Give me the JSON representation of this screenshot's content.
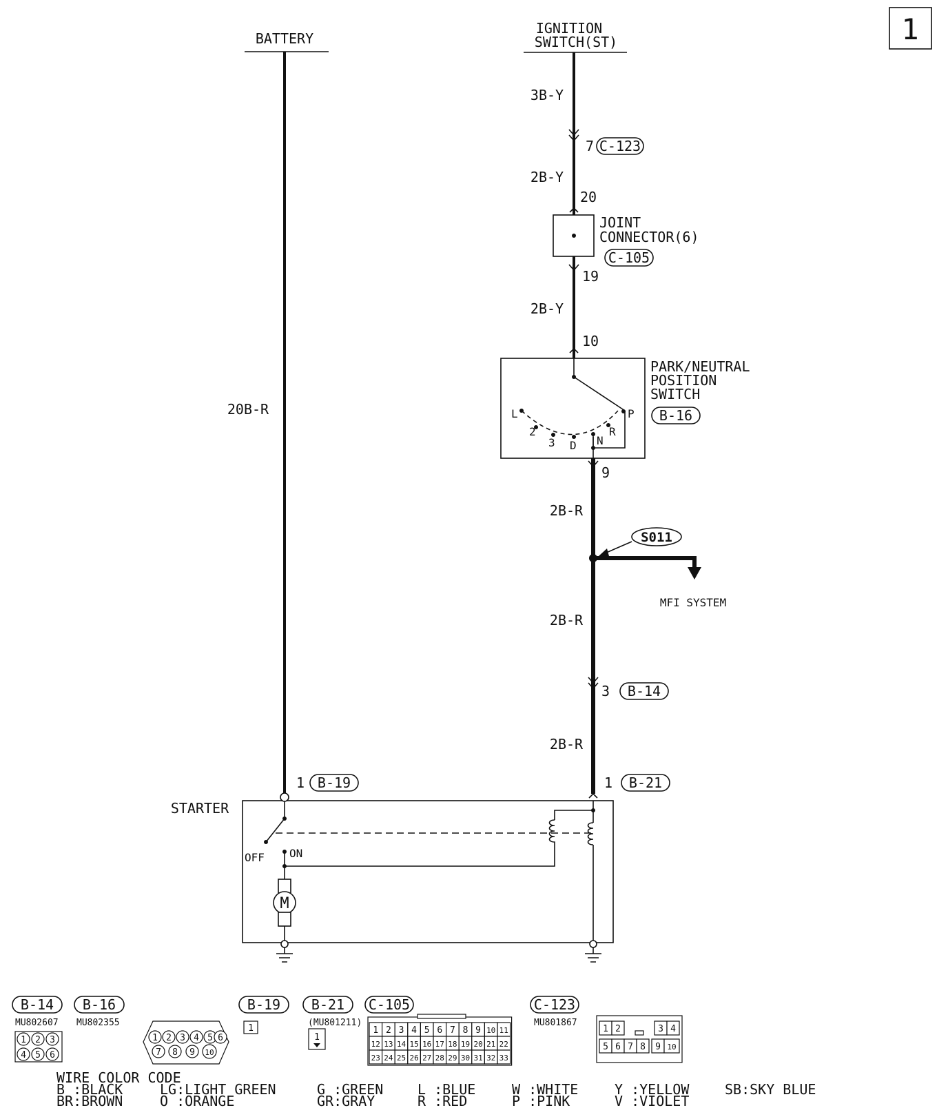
{
  "page_number": "1",
  "terminals": {
    "battery": "BATTERY",
    "ignition_line1": "IGNITION",
    "ignition_line2": "SWITCH(ST)",
    "mfi": "MFI SYSTEM"
  },
  "wires": {
    "battery_wire": "20B-R",
    "ign_3b": "3B-Y",
    "ign_2b_a": "2B-Y",
    "ign_2b_b": "2B-Y",
    "pn_out": "2B-R",
    "after_splice": "2B-R",
    "to_starter": "2B-R"
  },
  "pins": {
    "c123_pin": "7",
    "jc_in": "20",
    "jc_out": "19",
    "pn_in": "10",
    "pn_out": "9",
    "b14_pin": "3",
    "b19_pin": "1",
    "b21_pin": "1"
  },
  "connectors": {
    "c123": "C-123",
    "c105": "C-105",
    "b16": "B-16",
    "b14": "B-14",
    "b19": "B-19",
    "b21": "B-21"
  },
  "components": {
    "joint_line1": "JOINT",
    "joint_line2": "CONNECTOR(6)",
    "pn_line1": "PARK/NEUTRAL",
    "pn_line2": "POSITION",
    "pn_line3": "SWITCH",
    "splice": "S011",
    "starter": "STARTER",
    "off": "OFF",
    "on": "ON",
    "motor": "M"
  },
  "shift_positions": [
    "L",
    "2",
    "3",
    "D",
    "N",
    "R",
    "P"
  ],
  "legend": {
    "b14": {
      "name": "B-14",
      "part": "MU802607"
    },
    "b16": {
      "name": "B-16",
      "part": "MU802355"
    },
    "b19": {
      "name": "B-19"
    },
    "b21": {
      "name": "B-21",
      "part": "(MU801211)"
    },
    "c105": {
      "name": "C-105"
    },
    "c123": {
      "name": "C-123",
      "part": "MU801867"
    }
  },
  "wire_color_code": {
    "title": "WIRE COLOR CODE",
    "col1": [
      "B :BLACK",
      "BR:BROWN"
    ],
    "col2": [
      "LG:LIGHT GREEN",
      "O :ORANGE"
    ],
    "col3": [
      "G :GREEN",
      "GR:GRAY"
    ],
    "col4": [
      "L :BLUE",
      "R :RED"
    ],
    "col5": [
      "W :WHITE",
      "P :PINK"
    ],
    "col6": [
      "Y :YELLOW",
      "V :VIOLET"
    ],
    "col7": [
      "SB:SKY BLUE"
    ]
  }
}
